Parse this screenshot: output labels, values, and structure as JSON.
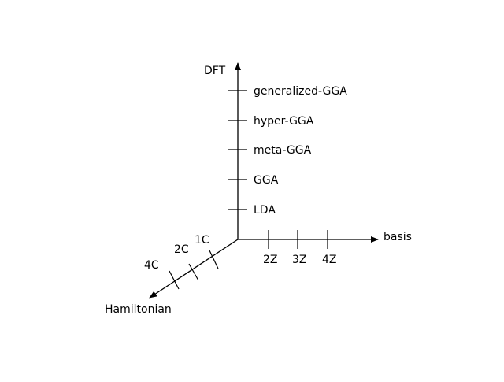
{
  "diagram": {
    "axes": {
      "dft": {
        "label": "DFT",
        "ticks": [
          "LDA",
          "GGA",
          "meta-GGA",
          "hyper-GGA",
          "generalized-GGA"
        ]
      },
      "basis": {
        "label": "basis",
        "ticks": [
          "2Z",
          "3Z",
          "4Z"
        ]
      },
      "hamiltonian": {
        "label": "Hamiltonian",
        "ticks": [
          "1C",
          "2C",
          "4C"
        ]
      }
    },
    "colors": {
      "line": "#000000",
      "background": "#ffffff"
    }
  }
}
